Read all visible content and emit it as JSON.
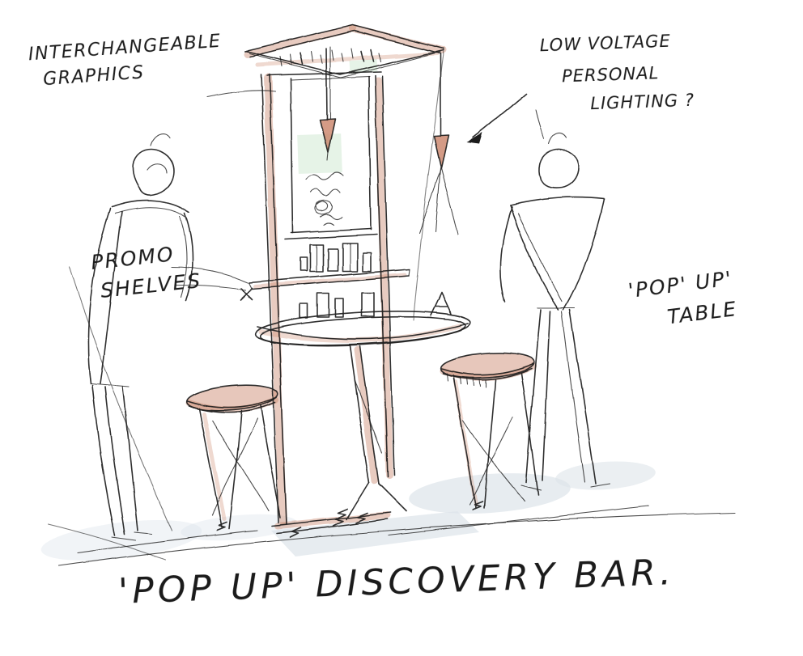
{
  "annotations": {
    "interchangeable_graphics": {
      "line1": "INTERCHANGEABLE",
      "line2": "GRAPHICS"
    },
    "low_voltage_lighting": {
      "line1": "LOW VOLTAGE",
      "line2": "PERSONAL",
      "line3": "LIGHTING ?"
    },
    "promo_shelves": {
      "line1": "PROMO",
      "line2": "SHELVES"
    },
    "pop_up_table": {
      "line1": "'POP' UP'",
      "line2": "TABLE"
    },
    "caption": "'POP UP' DISCOVERY BAR."
  },
  "colors": {
    "ink": "#1f1f1f",
    "marker": "#c98268",
    "shadow": "#dde4ea",
    "green": "#cde7cf",
    "paper": "#ffffff"
  }
}
